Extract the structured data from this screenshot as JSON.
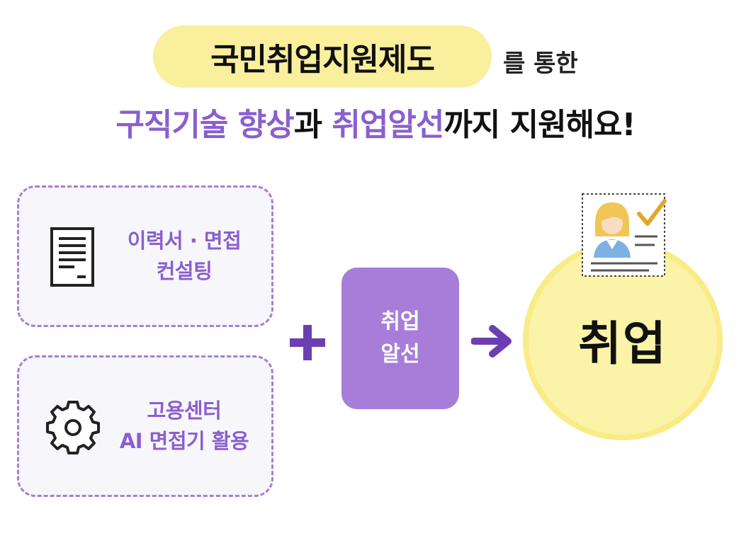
{
  "header": {
    "title": "국민취업지원제도",
    "title_suffix": "를 통한",
    "subtitle": {
      "part1": "구직기술 향상",
      "part2": "과 ",
      "part3": "취업알선",
      "part4": "까지 지원해요!"
    }
  },
  "services": [
    {
      "line1": "이력서 · 면접",
      "line2": "컨설팅",
      "icon": "document-icon"
    },
    {
      "line1": "고용센터",
      "line2": "AI 면접기 활용",
      "icon": "gear-icon"
    }
  ],
  "placement": {
    "line1": "취업",
    "line2": "알선"
  },
  "goal": {
    "label": "취업",
    "icon": "resume-photo-icon"
  },
  "colors": {
    "accent_purple": "#8a5fd0",
    "box_purple": "#a77dd9",
    "highlight_yellow": "#f9ef9c",
    "text_dark": "#111111"
  }
}
